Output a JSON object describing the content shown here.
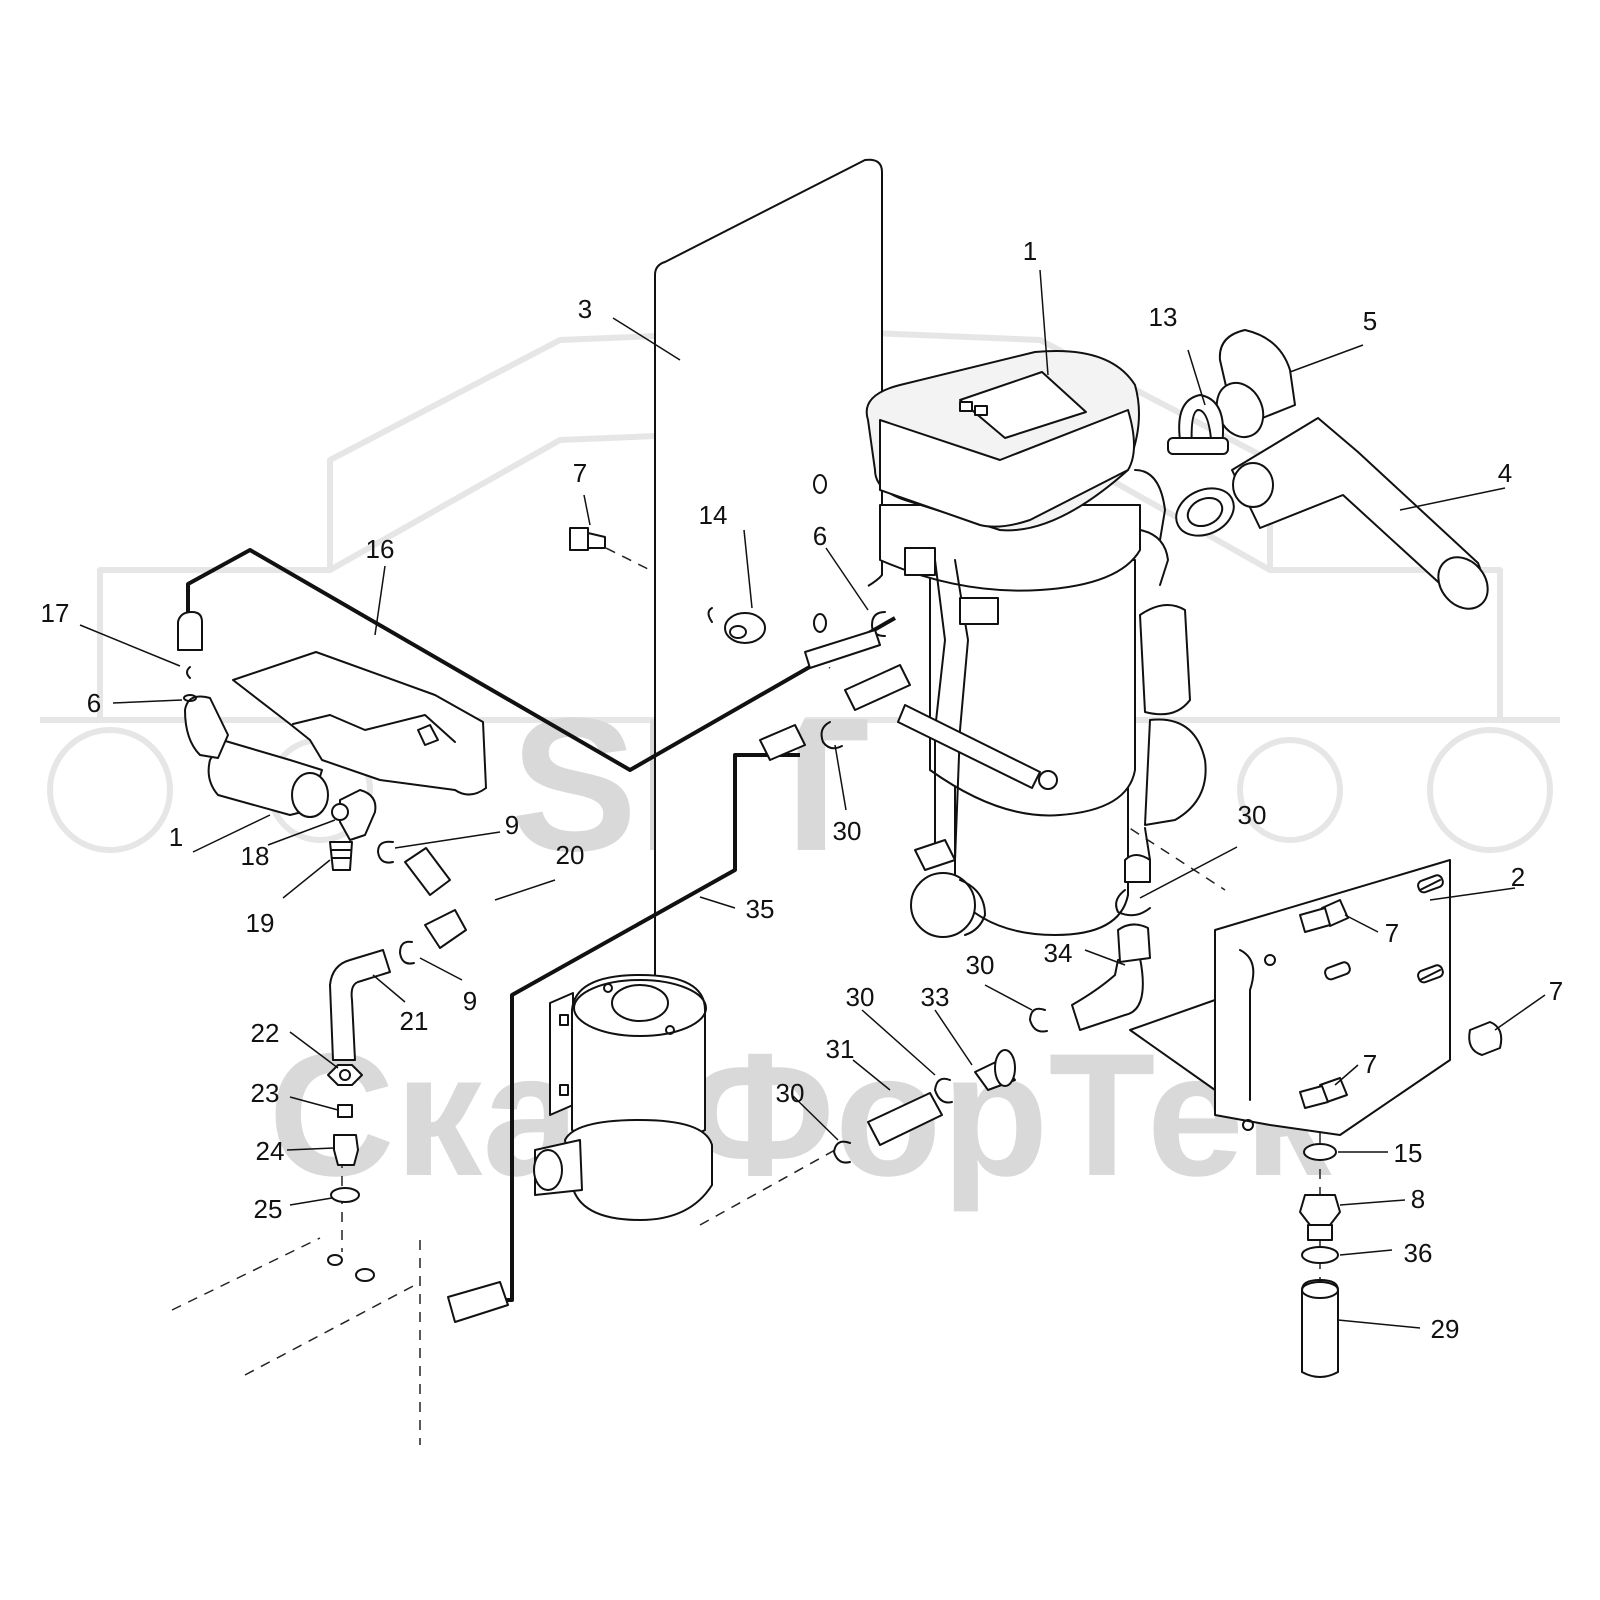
{
  "watermark": {
    "logo_text": "SFT",
    "brand_text": "СканФорТек"
  },
  "callouts": [
    {
      "id": "c-1a",
      "text": "1"
    },
    {
      "id": "c-1b",
      "text": "1"
    },
    {
      "id": "c-2",
      "text": "2"
    },
    {
      "id": "c-3",
      "text": "3"
    },
    {
      "id": "c-4",
      "text": "4"
    },
    {
      "id": "c-5",
      "text": "5"
    },
    {
      "id": "c-6a",
      "text": "6"
    },
    {
      "id": "c-6b",
      "text": "6"
    },
    {
      "id": "c-7a",
      "text": "7"
    },
    {
      "id": "c-7b",
      "text": "7"
    },
    {
      "id": "c-7c",
      "text": "7"
    },
    {
      "id": "c-7d",
      "text": "7"
    },
    {
      "id": "c-8",
      "text": "8"
    },
    {
      "id": "c-9a",
      "text": "9"
    },
    {
      "id": "c-9b",
      "text": "9"
    },
    {
      "id": "c-13",
      "text": "13"
    },
    {
      "id": "c-14",
      "text": "14"
    },
    {
      "id": "c-15",
      "text": "15"
    },
    {
      "id": "c-16",
      "text": "16"
    },
    {
      "id": "c-17",
      "text": "17"
    },
    {
      "id": "c-18",
      "text": "18"
    },
    {
      "id": "c-19",
      "text": "19"
    },
    {
      "id": "c-20",
      "text": "20"
    },
    {
      "id": "c-21",
      "text": "21"
    },
    {
      "id": "c-22",
      "text": "22"
    },
    {
      "id": "c-23",
      "text": "23"
    },
    {
      "id": "c-24",
      "text": "24"
    },
    {
      "id": "c-25",
      "text": "25"
    },
    {
      "id": "c-29",
      "text": "29"
    },
    {
      "id": "c-30a",
      "text": "30"
    },
    {
      "id": "c-30b",
      "text": "30"
    },
    {
      "id": "c-30c",
      "text": "30"
    },
    {
      "id": "c-30d",
      "text": "30"
    },
    {
      "id": "c-30e",
      "text": "30"
    },
    {
      "id": "c-31",
      "text": "31"
    },
    {
      "id": "c-33",
      "text": "33"
    },
    {
      "id": "c-34",
      "text": "34"
    },
    {
      "id": "c-35",
      "text": "35"
    },
    {
      "id": "c-36",
      "text": "36"
    }
  ]
}
